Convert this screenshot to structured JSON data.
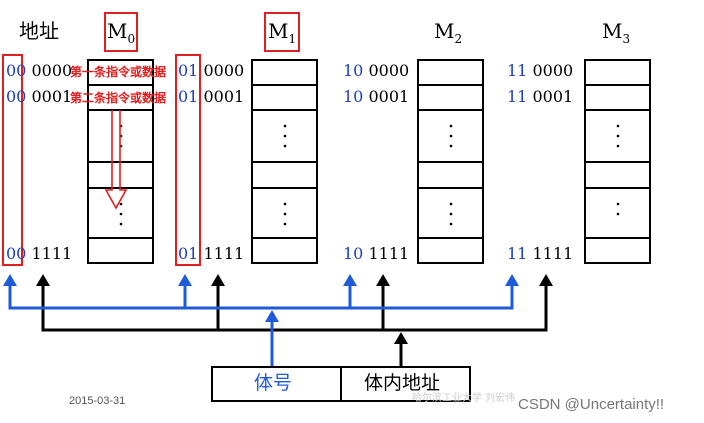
{
  "address_header": "地址",
  "modules": [
    {
      "name": "M",
      "sub": "0",
      "prefix": "00"
    },
    {
      "name": "M",
      "sub": "1",
      "prefix": "01"
    },
    {
      "name": "M",
      "sub": "2",
      "prefix": "10"
    },
    {
      "name": "M",
      "sub": "3",
      "prefix": "11"
    }
  ],
  "offsets": {
    "first": "0000",
    "second": "0001",
    "last": "1111"
  },
  "annotations": {
    "first": "第一条指令或数据",
    "second": "第二条指令或数据"
  },
  "register": {
    "bank_label": "体号",
    "internal_label": "体内地址"
  },
  "footer": {
    "date": "2015-03-31",
    "school": "哈尔滨工业大学 刘宏伟",
    "watermark": "CSDN @Uncertainty!!"
  },
  "colors": {
    "blue": "#1f5bd8",
    "black": "#000000",
    "red": "#e02020"
  }
}
